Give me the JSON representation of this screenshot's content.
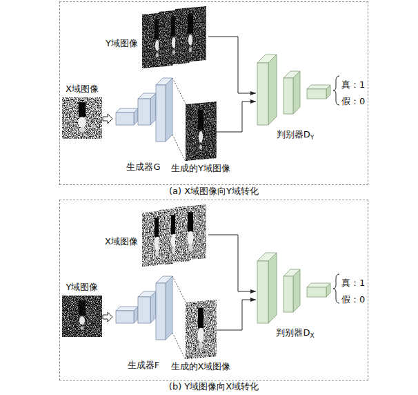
{
  "diagram": {
    "nodes": [
      {
        "text": [
          "(a) X域图像向Y域转化"
        ]
      },
      {
        "text": [
          "Y域图像"
        ],
        "in": 0
      },
      {
        "text": [
          "X域图像"
        ],
        "in": 0
      },
      {
        "text": [
          "生成器G"
        ],
        "in": 0
      },
      {
        "text": [
          "生成的Y域图像"
        ],
        "in": 0
      },
      {
        "text": [
          "判别器D",
          "Y"
        ],
        "in": 0
      },
      {
        "text": [
          "(b) Y域图像向X域转化"
        ]
      },
      {
        "text": [
          "X域图像"
        ],
        "in": 6
      },
      {
        "text": [
          "Y域图像"
        ],
        "in": 6
      },
      {
        "text": [
          "生成器F"
        ],
        "in": 6
      },
      {
        "text": [
          "生成的X域图像"
        ],
        "in": 6
      },
      {
        "text": [
          "判别器D",
          "X"
        ],
        "in": 6
      }
    ],
    "edges": [
      {
        "from": 2,
        "to": 3,
        "arrow": "to"
      },
      {
        "from": 3,
        "to": 4,
        "arrow": "none"
      },
      {
        "from": 1,
        "to": 5,
        "arrow": "to"
      },
      {
        "from": 4,
        "to": 5,
        "arrow": "to"
      },
      {
        "from": 8,
        "to": 9,
        "arrow": "to"
      },
      {
        "from": 9,
        "to": 10,
        "arrow": "none"
      },
      {
        "from": 7,
        "to": 11,
        "arrow": "to"
      },
      {
        "from": 10,
        "to": 11,
        "arrow": "to"
      }
    ],
    "labels": [
      "真：1",
      "假：0",
      "真：1",
      "假：0"
    ]
  }
}
